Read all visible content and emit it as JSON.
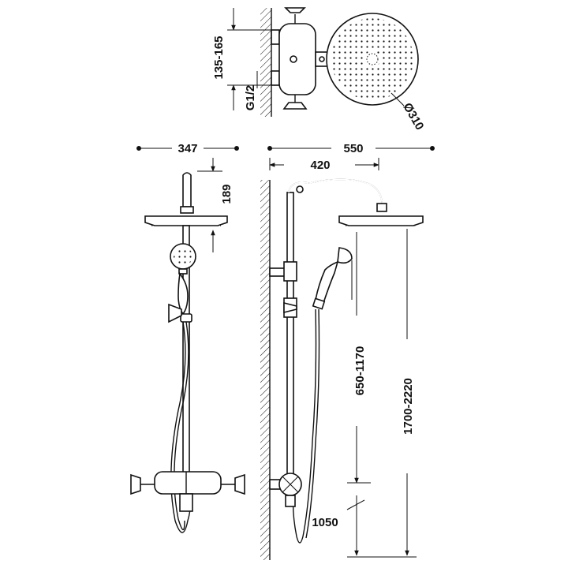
{
  "diagram": {
    "top_view": {
      "dim_wall_offset": "135-165",
      "dim_connection": "G1/2",
      "dim_head_diameter": "Ø310"
    },
    "front_view": {
      "dim_width": "347",
      "dim_head_drop": "189"
    },
    "side_view": {
      "dim_total_depth": "550",
      "dim_arm_reach": "420",
      "dim_slide_range": "650-1170",
      "dim_total_height": "1700-2220",
      "dim_valve_height": "1050"
    }
  }
}
